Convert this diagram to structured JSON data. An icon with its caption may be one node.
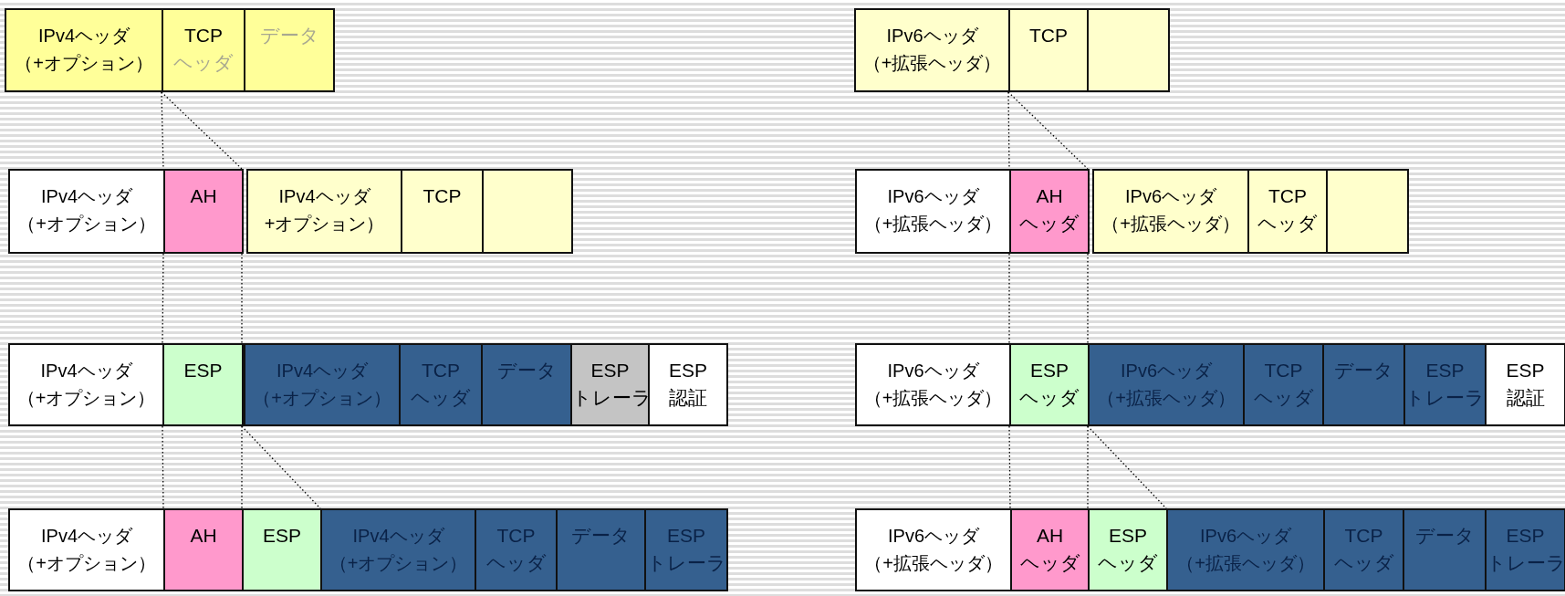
{
  "diagram": {
    "nodes": [
      {
        "text": [
          "IPv4ヘッダ",
          "（+オプション）"
        ]
      },
      {
        "text": [
          "TCP",
          "ヘッダ"
        ]
      },
      {
        "text": [
          "データ"
        ]
      },
      {
        "text": [
          "IPv6ヘッダ",
          "（+拡張ヘッダ）"
        ]
      },
      {
        "text": [
          "TCP"
        ]
      },
      {
        "text": [],
        "shape": "box"
      },
      {
        "text": [
          "IPv4ヘッダ",
          "（+オプション）"
        ]
      },
      {
        "text": [
          "AH"
        ]
      },
      {
        "text": [
          "IPv4ヘッダ",
          "+オプション）"
        ]
      },
      {
        "text": [
          "TCP"
        ]
      },
      {
        "text": [],
        "shape": "box"
      },
      {
        "text": [
          "IPv6ヘッダ",
          "（+拡張ヘッダ）"
        ]
      },
      {
        "text": [
          "AH",
          "ヘッダ"
        ]
      },
      {
        "text": [
          "IPv6ヘッダ",
          "（+拡張ヘッダ）"
        ]
      },
      {
        "text": [
          "TCP",
          "ヘッダ"
        ]
      },
      {
        "text": [],
        "shape": "box"
      },
      {
        "text": [
          "IPv4ヘッダ",
          "（+オプション）"
        ]
      },
      {
        "text": [
          "ESP"
        ]
      },
      {
        "text": [
          "IPv4ヘッダ",
          "（+オプション）"
        ]
      },
      {
        "text": [
          "TCP",
          "ヘッダ"
        ]
      },
      {
        "text": [
          "データ"
        ]
      },
      {
        "text": [
          "ESP",
          "トレーラ"
        ]
      },
      {
        "text": [
          "ESP",
          "認証"
        ]
      },
      {
        "text": [
          "IPv6ヘッダ",
          "（+拡張ヘッダ）"
        ]
      },
      {
        "text": [
          "ESP",
          "ヘッダ"
        ]
      },
      {
        "text": [
          "IPv6ヘッダ",
          "（+拡張ヘッダ）"
        ]
      },
      {
        "text": [
          "TCP",
          "ヘッダ"
        ]
      },
      {
        "text": [
          "データ"
        ]
      },
      {
        "text": [
          "ESP",
          "トレーラ"
        ]
      },
      {
        "text": [
          "ESP",
          "認証"
        ]
      },
      {
        "text": [
          "IPv4ヘッダ",
          "（+オプション）"
        ]
      },
      {
        "text": [
          "AH"
        ]
      },
      {
        "text": [
          "ESP"
        ]
      },
      {
        "text": [
          "IPv4ヘッダ",
          "（+オプション）"
        ]
      },
      {
        "text": [
          "TCP",
          "ヘッダ"
        ]
      },
      {
        "text": [
          "データ"
        ]
      },
      {
        "text": [
          "ESP",
          "トレーラ"
        ]
      },
      {
        "text": [
          "IPv6ヘッダ",
          "（+拡張ヘッダ）"
        ]
      },
      {
        "text": [
          "AH",
          "ヘッダ"
        ]
      },
      {
        "text": [
          "ESP",
          "ヘッダ"
        ]
      },
      {
        "text": [
          "IPv6ヘッダ",
          "（+拡張ヘッダ）"
        ]
      },
      {
        "text": [
          "TCP",
          "ヘッダ"
        ]
      },
      {
        "text": [
          "データ"
        ]
      },
      {
        "text": [
          "ESP",
          "トレーラ"
        ]
      }
    ],
    "edges": [
      {
        "from": 0,
        "to": 7,
        "arrow": "none",
        "style": "dashed"
      },
      {
        "from": 1,
        "to": 7,
        "arrow": "none",
        "style": "dashed"
      },
      {
        "from": 7,
        "to": 17,
        "arrow": "none",
        "style": "dashed"
      },
      {
        "from": 7,
        "to": 17,
        "arrow": "none",
        "style": "dashed"
      },
      {
        "from": 17,
        "to": 31,
        "arrow": "none",
        "style": "dashed"
      },
      {
        "from": 17,
        "to": 31,
        "arrow": "none",
        "style": "dashed"
      },
      {
        "from": 17,
        "to": 32,
        "arrow": "none",
        "style": "dashed"
      },
      {
        "from": 3,
        "to": 12,
        "arrow": "none",
        "style": "dashed"
      },
      {
        "from": 4,
        "to": 12,
        "arrow": "none",
        "style": "dashed"
      },
      {
        "from": 12,
        "to": 24,
        "arrow": "none",
        "style": "dashed"
      },
      {
        "from": 12,
        "to": 24,
        "arrow": "none",
        "style": "dashed"
      },
      {
        "from": 24,
        "to": 38,
        "arrow": "none",
        "style": "dashed"
      },
      {
        "from": 24,
        "to": 38,
        "arrow": "none",
        "style": "dashed"
      },
      {
        "from": 24,
        "to": 39,
        "arrow": "none",
        "style": "dashed"
      }
    ]
  }
}
